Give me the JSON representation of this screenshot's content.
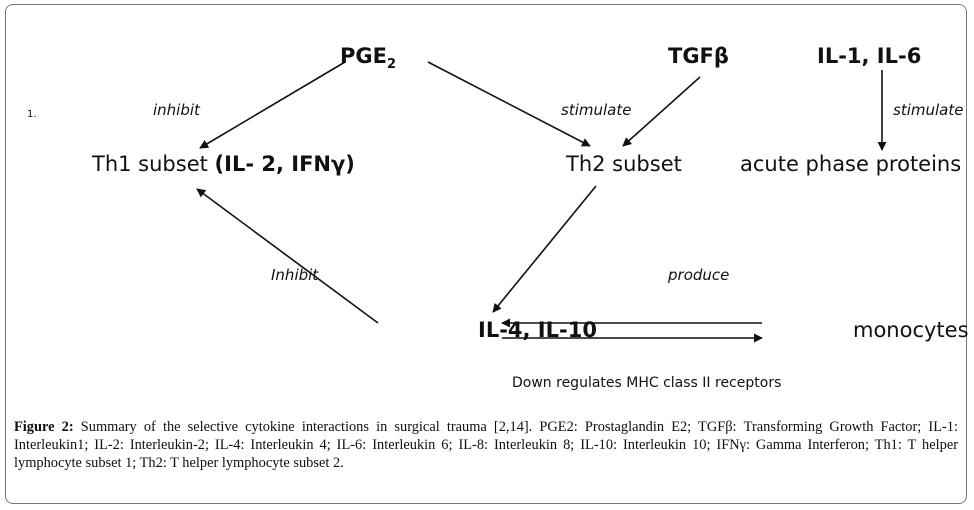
{
  "diagram": {
    "list_marker": "1.",
    "nodes": {
      "pge2": {
        "main": "PGE",
        "sub": "2"
      },
      "tgfb": "TGFβ",
      "il16": "IL-1, IL-6",
      "th1_prefix": "Th1 subset ",
      "th1_bold": "(IL- 2, IFNγ)",
      "th2": "Th2 subset",
      "acute": "acute phase proteins",
      "il410": "IL-4, IL-10",
      "monocytes": "monocytes"
    },
    "edge_labels": {
      "inhibit_top": "inhibit",
      "stimulate_mid": "stimulate",
      "stimulate_right": "stimulate",
      "inhibit_bottom": "Inhibit",
      "produce": "produce",
      "down_regulates": "Down regulates MHC class II  receptors"
    }
  },
  "caption": {
    "label": "Figure 2:",
    "text": " Summary of the selective cytokine interactions in surgical trauma [2,14]. PGE2: Prostaglandin E2; TGFβ: Transforming Growth Factor; IL-1: Interleukin1; IL-2: Interleukin-2; IL-4: Interleukin 4; IL-6: Interleukin 6; IL-8: Interleukin 8; IL-10: Interleukin 10; IFNγ: Gamma Interferon; Th1: T helper lymphocyte subset 1; Th2: T helper lymphocyte subset 2."
  }
}
